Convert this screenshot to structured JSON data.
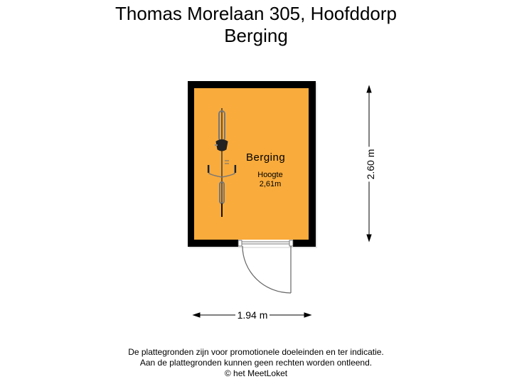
{
  "header": {
    "address": "Thomas Morelaan 305, Hoofddorp",
    "floor_name": "Berging"
  },
  "room": {
    "name": "Berging",
    "height_label": "Hoogte",
    "height_value": "2,61m",
    "fill_color": "#F9AB3B",
    "wall_color": "#000000",
    "furniture": [
      "bicycle-icon"
    ]
  },
  "dimensions": {
    "width": "1.94 m",
    "depth": "2.60 m"
  },
  "footer": {
    "line1": "De plattegronden zijn voor promotionele doeleinden en ter indicatie.",
    "line2": "Aan de plattegronden kunnen geen rechten worden ontleend.",
    "line3": "© het MeetLoket"
  }
}
